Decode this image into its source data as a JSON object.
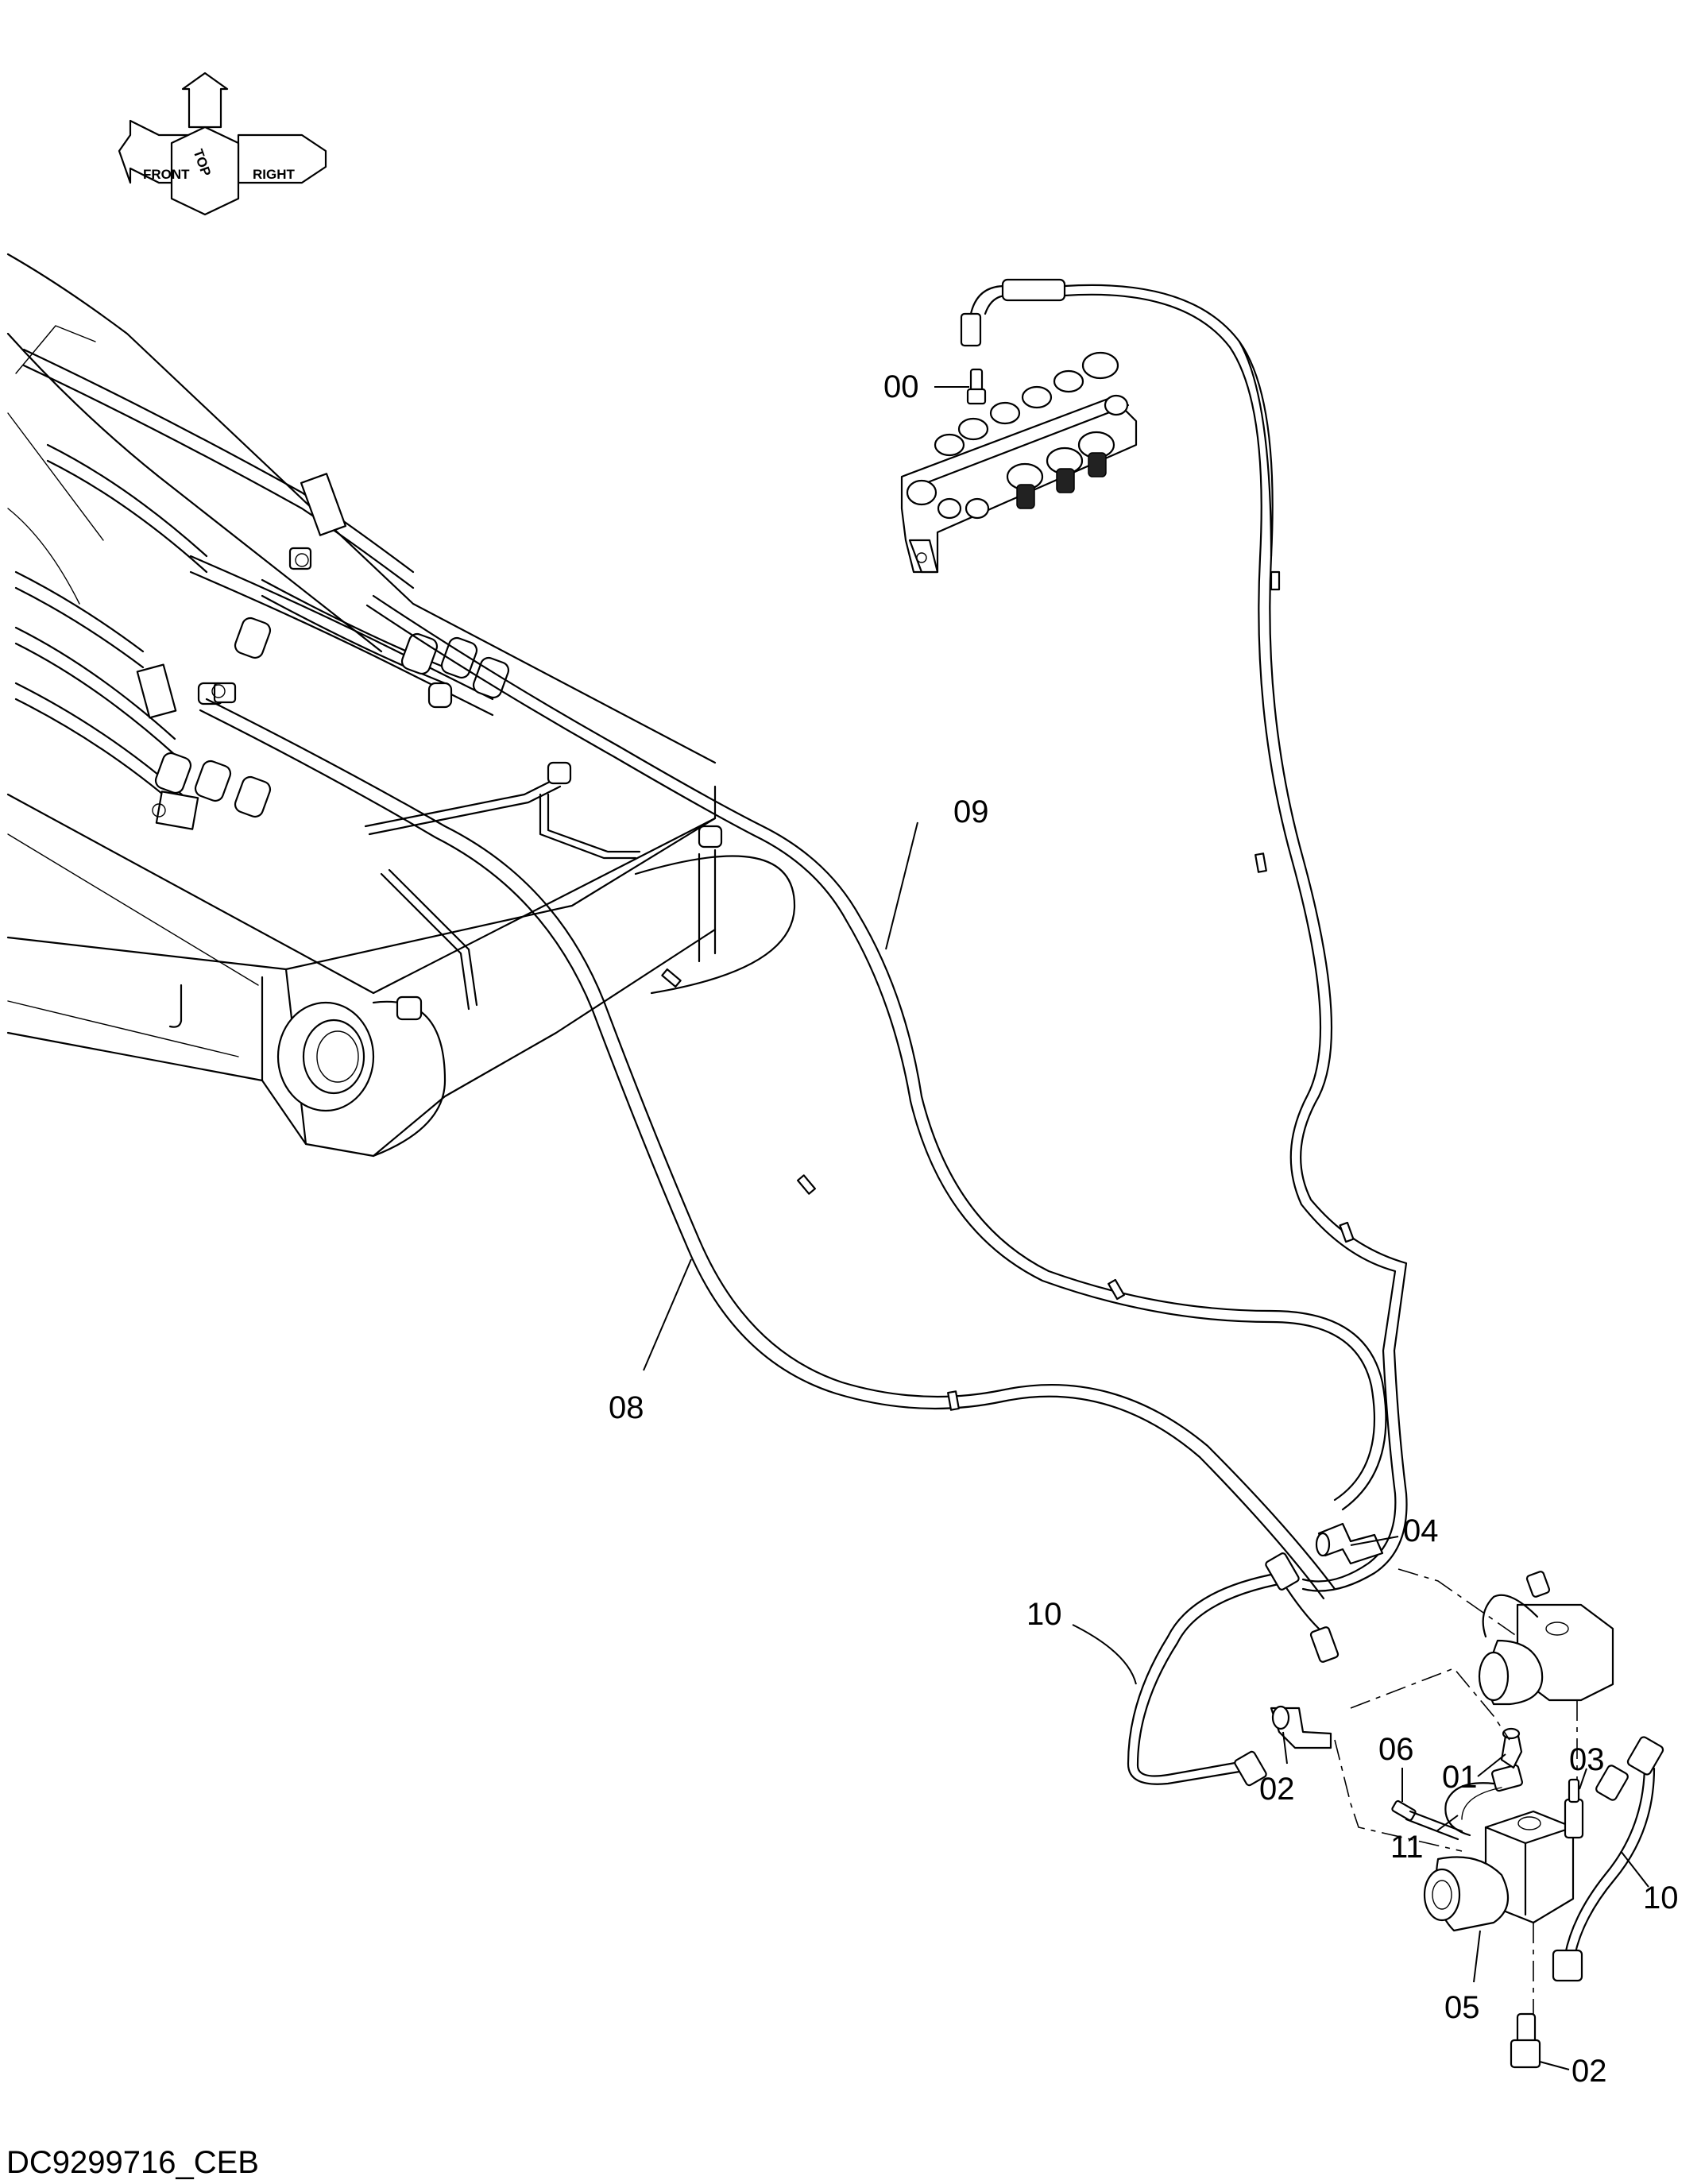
{
  "orientation": {
    "front": "FRONT",
    "top": "TOP",
    "right": "RIGHT"
  },
  "callouts": {
    "c00": "00",
    "c01": "01",
    "c02a": "02",
    "c02b": "02",
    "c03": "03",
    "c04": "04",
    "c05": "05",
    "c06": "06",
    "c08": "08",
    "c09": "09",
    "c10a": "10",
    "c10b": "10",
    "c11": "11"
  },
  "document_id": "DC9299716_CEB"
}
